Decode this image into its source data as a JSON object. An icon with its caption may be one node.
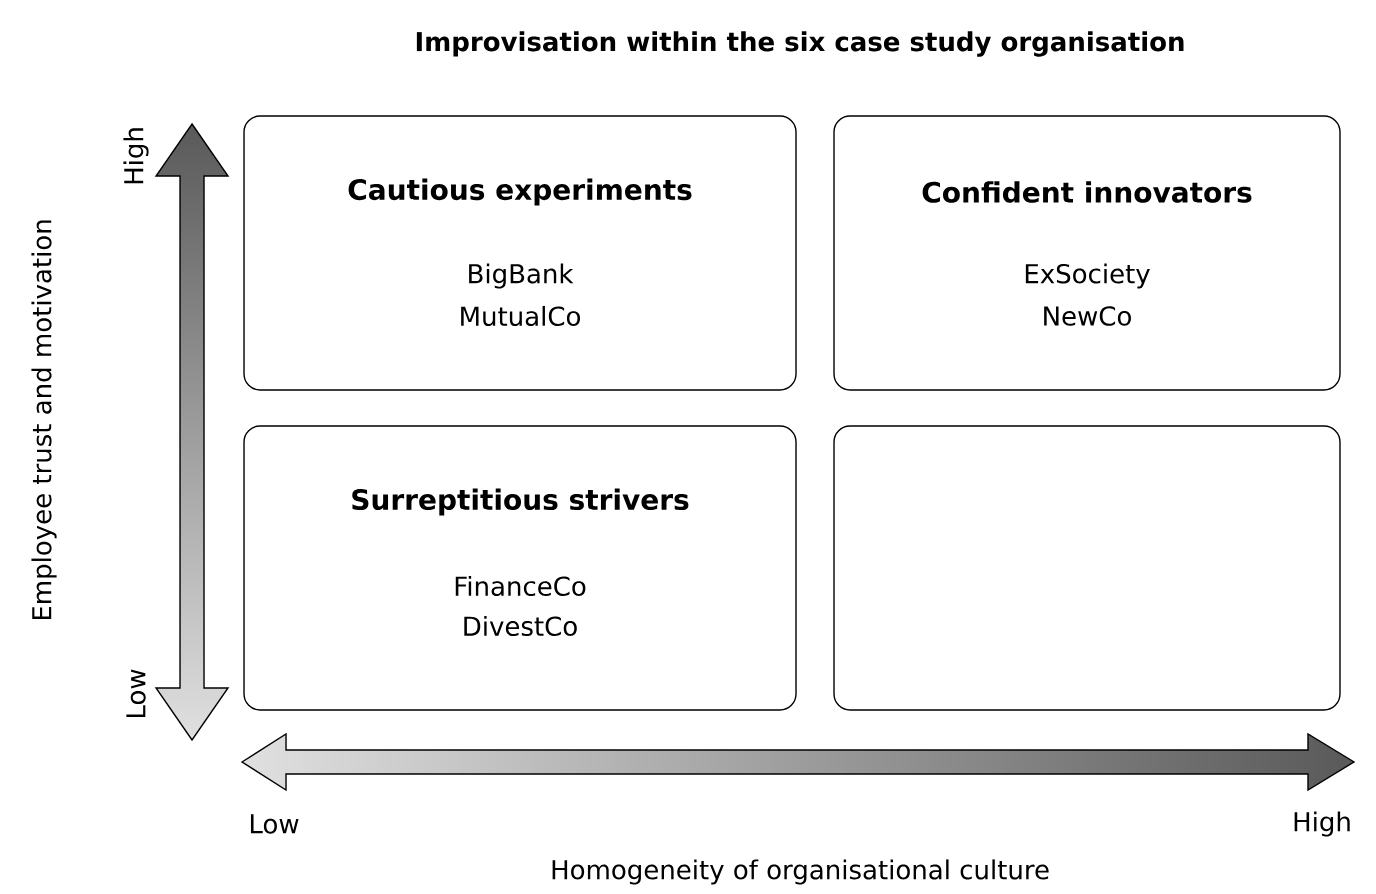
{
  "diagram": {
    "title": "Improvisation within the six case study organisation",
    "nodes": [
      {
        "text": [
          "Cautious experiments",
          "BigBank",
          "MutualCo"
        ]
      },
      {
        "text": [
          "Confident innovators",
          "ExSociety",
          "NewCo"
        ]
      },
      {
        "text": [
          "Surreptitious strivers",
          "FinanceCo",
          "DivestCo"
        ]
      },
      {
        "text": [],
        "shape": "box"
      }
    ],
    "labels": [
      "Employee trust and motivation",
      "High",
      "Low",
      "Low",
      "High",
      "Homogeneity of organisational culture"
    ]
  }
}
